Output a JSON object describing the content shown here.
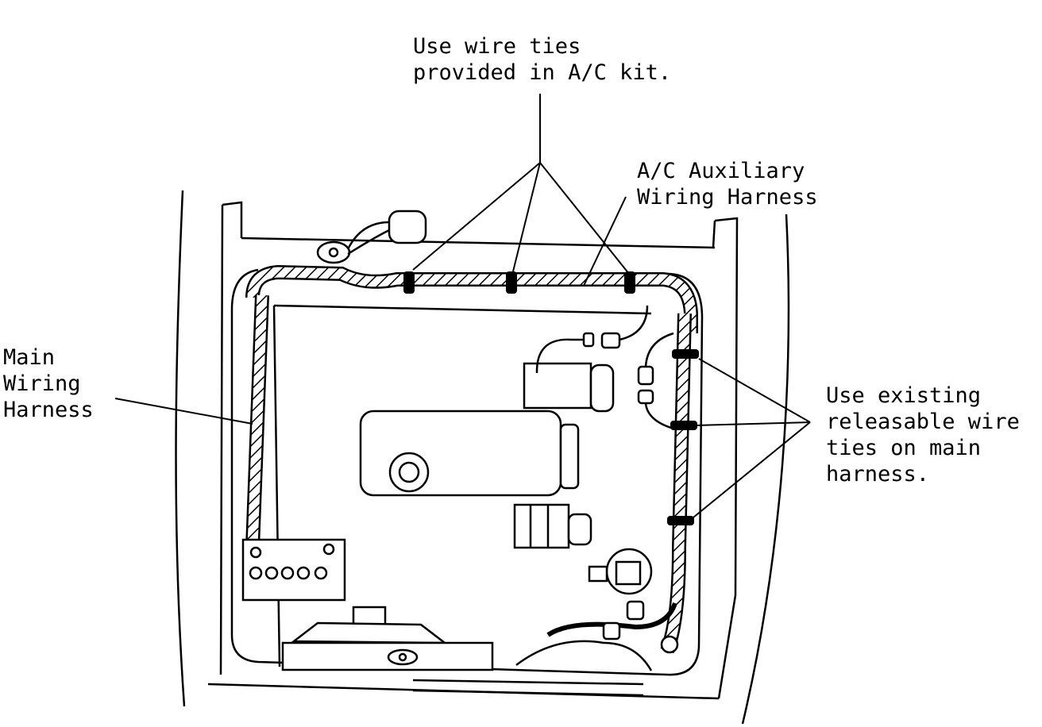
{
  "callouts": {
    "wire_ties": {
      "line1": "Use wire ties",
      "line2": "provided in A/C kit."
    },
    "aux_harness": {
      "line1": "A/C Auxiliary",
      "line2": "Wiring Harness"
    },
    "main_harness": {
      "line1": "Main",
      "line2": "Wiring",
      "line3": "Harness"
    },
    "existing_ties": {
      "line1": "Use existing",
      "line2": "releasable wire",
      "line3": "ties on main",
      "line4": "harness."
    }
  },
  "colors": {
    "ink": "#000000",
    "paper": "#ffffff"
  }
}
